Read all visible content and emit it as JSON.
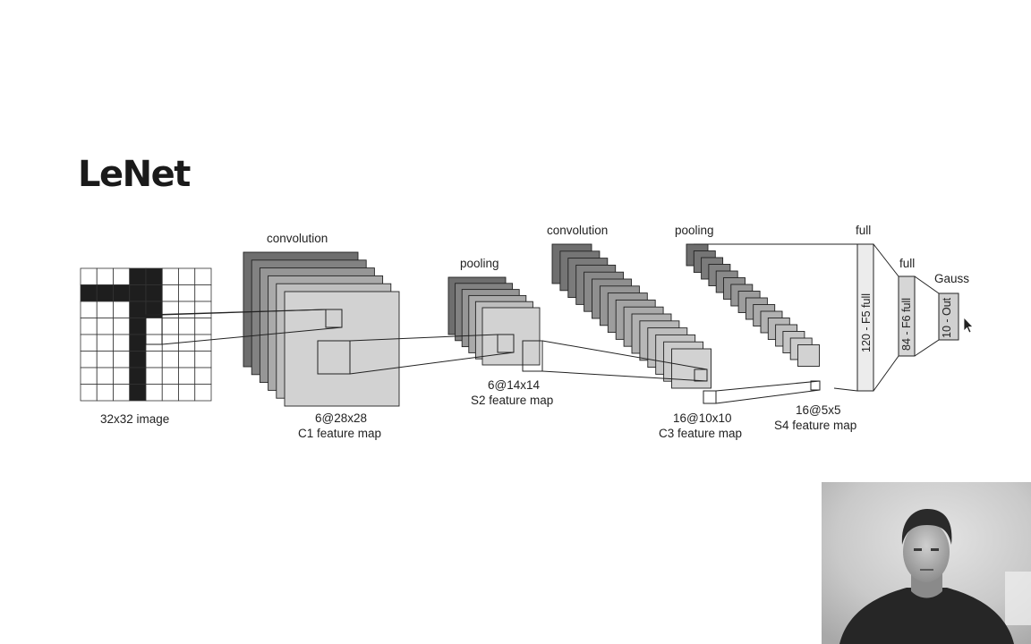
{
  "slide": {
    "title": "LeNet"
  },
  "diagram": {
    "input_caption": "32x32 image",
    "stages": [
      {
        "id": "c1",
        "op_label": "convolution",
        "dims": "6@28x28",
        "name": "C1 feature map"
      },
      {
        "id": "s2",
        "op_label": "pooling",
        "dims": "6@14x14",
        "name": "S2 feature map"
      },
      {
        "id": "c3",
        "op_label": "convolution",
        "dims": "16@10x10",
        "name": "C3 feature map"
      },
      {
        "id": "s4",
        "op_label": "pooling",
        "dims": "16@5x5",
        "name": "S4 feature map"
      }
    ],
    "fc_layers": [
      {
        "id": "f5",
        "op_label": "full",
        "label": "120 - F5 full"
      },
      {
        "id": "f6",
        "op_label": "full",
        "label": "84 - F6 full"
      },
      {
        "id": "out",
        "op_label": "Gauss",
        "label": "10 - Out"
      }
    ]
  },
  "webcam": {
    "icon": "presenter-video-icon"
  },
  "colors": {
    "background": "#ffffff",
    "grid_fill": "#1e1e1e",
    "map_dark": "#6e6e6e",
    "map_light": "#cfcfcf"
  }
}
